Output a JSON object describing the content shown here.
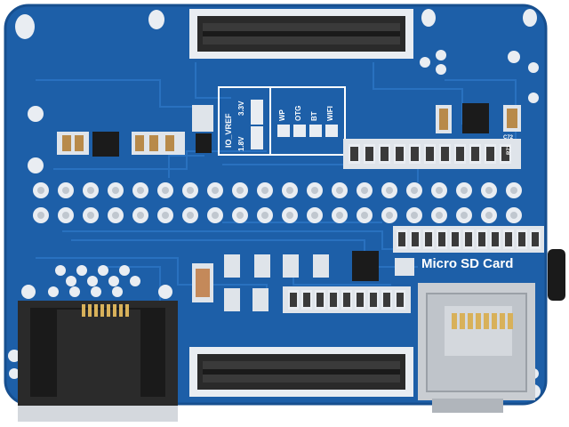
{
  "board": {
    "title": "Micro SD Card",
    "voltage": {
      "header": "IO_VREF",
      "options": [
        "1.8V",
        "3.3V"
      ]
    },
    "jumpers": [
      "WP",
      "OTG",
      "BT",
      "WIFI"
    ],
    "refdes": {
      "top_right_a": "C72",
      "top_right_b": "R71"
    }
  },
  "colors": {
    "pcb": "#1d5fa8",
    "pcb_dark": "#174f8f",
    "trace": "#2a70bd",
    "pad": "#e9edf2",
    "connector": "#2a2a2a",
    "metal": "#c9cdd2",
    "gold": "#d8b15a",
    "silk": "#ffffff"
  }
}
